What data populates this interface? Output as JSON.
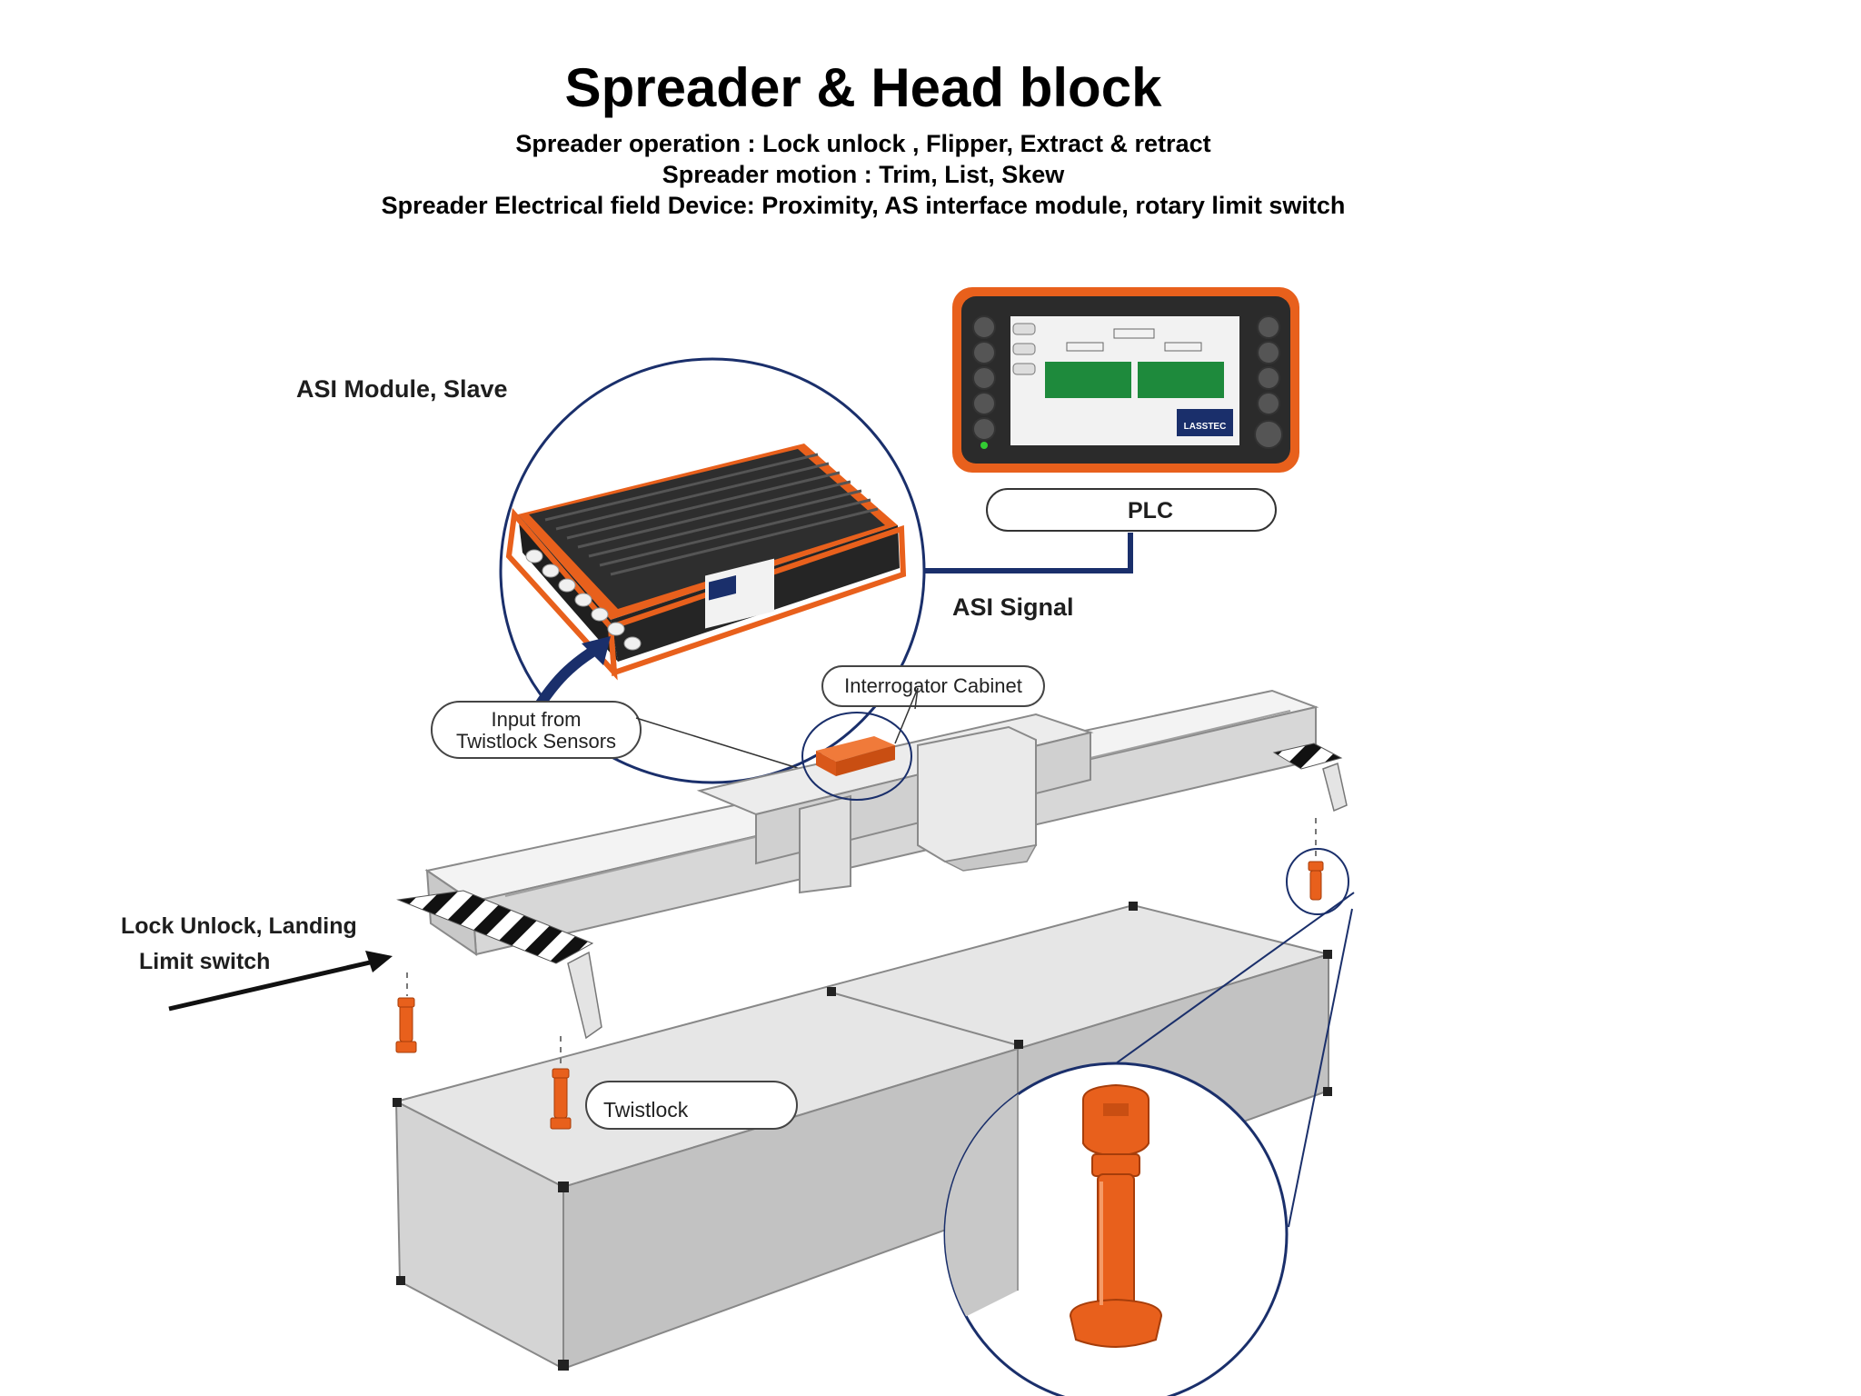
{
  "header": {
    "title": "Spreader & Head block",
    "line1": "Spreader operation : Lock unlock , Flipper, Extract & retract",
    "line2": "Spreader motion : Trim, List, Skew",
    "line3": "Spreader Electrical field Device: Proximity, AS interface module, rotary limit switch"
  },
  "labels": {
    "asi_module": "ASI Module, Slave",
    "plc": "PLC",
    "asi_signal": "ASI Signal",
    "interrogator": "Interrogator Cabinet",
    "input_line1": "Input from",
    "input_line2": "Twistlock Sensors",
    "lock_line1": "Lock Unlock, Landing",
    "lock_line2": "Limit switch",
    "twistlock": "Twistlock",
    "hmi_brand": "LASSTEC"
  },
  "colors": {
    "orange": "#e8601c",
    "navy": "#1a2f6b",
    "steel_light": "#e9e9e9",
    "steel_dark": "#b8b8b8"
  }
}
